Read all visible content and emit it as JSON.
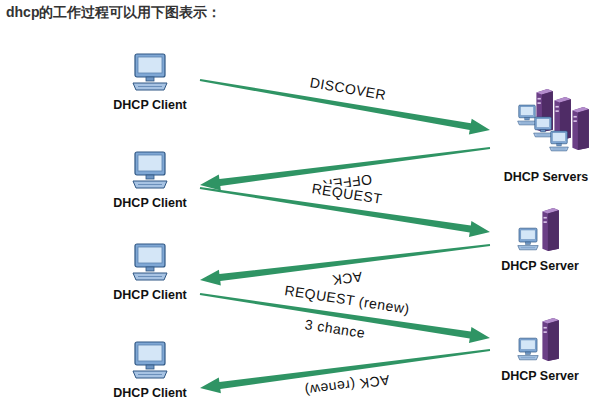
{
  "diagram": {
    "title": "dhcp的工作过程可以用下图表示：",
    "nodes": [
      {
        "text": [
          "DHCP Client"
        ]
      },
      {
        "text": [
          "DHCP Client"
        ]
      },
      {
        "text": [
          "DHCP Client"
        ]
      },
      {
        "text": [
          "DHCP Client"
        ]
      },
      {
        "text": [
          "DHCP Servers"
        ]
      },
      {
        "text": [
          "DHCP Server"
        ]
      },
      {
        "text": [
          "DHCP Server"
        ]
      }
    ],
    "edges": [
      {
        "from": 0,
        "to": 4,
        "label": "DISCOVER",
        "arrow": "to"
      },
      {
        "from": 4,
        "to": 1,
        "label": "OFFER",
        "arrow": "to"
      },
      {
        "from": 1,
        "to": 5,
        "label": "REQUEST",
        "arrow": "to"
      },
      {
        "from": 5,
        "to": 2,
        "label": "ACK",
        "arrow": "to"
      },
      {
        "from": 2,
        "to": 6,
        "label": "REQUEST (renew)",
        "arrow": "to"
      },
      {
        "from": 6,
        "to": 3,
        "label": "ACK (renew)",
        "arrow": "to"
      }
    ],
    "labels": [
      "3 chance"
    ]
  }
}
